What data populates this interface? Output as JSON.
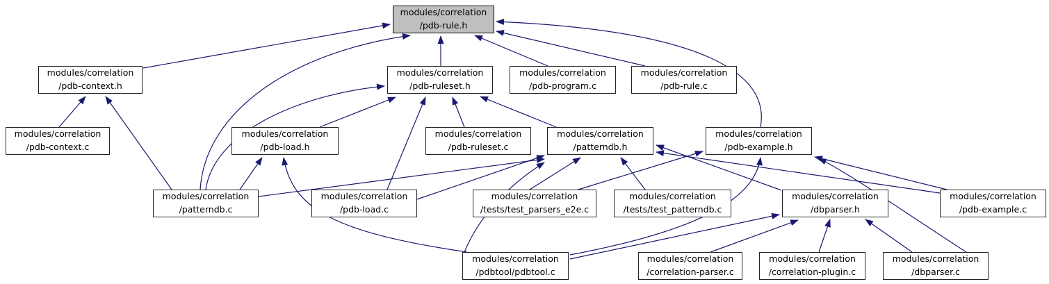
{
  "diagram": {
    "kind": "include-dependency-graph",
    "root_file": "modules/correlation/pdb-rule.h",
    "colors": {
      "edge": "#191970",
      "node_border": "#242424",
      "node_fill": "#ffffff",
      "highlight_fill": "#bfbfbf",
      "text": "#000000",
      "background": "#ffffff"
    },
    "nodes": [
      {
        "id": "pdb-rule-h",
        "label": "modules/correlation\n/pdb-rule.h",
        "highlighted": true
      },
      {
        "id": "pdb-context-h",
        "label": "modules/correlation\n/pdb-context.h",
        "highlighted": false
      },
      {
        "id": "pdb-ruleset-h",
        "label": "modules/correlation\n/pdb-ruleset.h",
        "highlighted": false
      },
      {
        "id": "pdb-program-c",
        "label": "modules/correlation\n/pdb-program.c",
        "highlighted": false
      },
      {
        "id": "pdb-rule-c",
        "label": "modules/correlation\n/pdb-rule.c",
        "highlighted": false
      },
      {
        "id": "pdb-context-c",
        "label": "modules/correlation\n/pdb-context.c",
        "highlighted": false
      },
      {
        "id": "pdb-load-h",
        "label": "modules/correlation\n/pdb-load.h",
        "highlighted": false
      },
      {
        "id": "pdb-ruleset-c",
        "label": "modules/correlation\n/pdb-ruleset.c",
        "highlighted": false
      },
      {
        "id": "patterndb-h",
        "label": "modules/correlation\n/patterndb.h",
        "highlighted": false
      },
      {
        "id": "pdb-example-h",
        "label": "modules/correlation\n/pdb-example.h",
        "highlighted": false
      },
      {
        "id": "patterndb-c",
        "label": "modules/correlation\n/patterndb.c",
        "highlighted": false
      },
      {
        "id": "pdb-load-c",
        "label": "modules/correlation\n/pdb-load.c",
        "highlighted": false
      },
      {
        "id": "test-parsers-e2e-c",
        "label": "modules/correlation\n/tests/test_parsers_e2e.c",
        "highlighted": false
      },
      {
        "id": "test-patterndb-c",
        "label": "modules/correlation\n/tests/test_patterndb.c",
        "highlighted": false
      },
      {
        "id": "dbparser-h",
        "label": "modules/correlation\n/dbparser.h",
        "highlighted": false
      },
      {
        "id": "pdb-example-c",
        "label": "modules/correlation\n/pdb-example.c",
        "highlighted": false
      },
      {
        "id": "pdbtool-c",
        "label": "modules/correlation\n/pdbtool/pdbtool.c",
        "highlighted": false
      },
      {
        "id": "correlation-parser-c",
        "label": "modules/correlation\n/correlation-parser.c",
        "highlighted": false
      },
      {
        "id": "correlation-plugin-c",
        "label": "modules/correlation\n/correlation-plugin.c",
        "highlighted": false
      },
      {
        "id": "dbparser-c",
        "label": "modules/correlation\n/dbparser.c",
        "highlighted": false
      }
    ],
    "edges": [
      {
        "from": "pdb-context-c",
        "to": "pdb-context-h"
      },
      {
        "from": "patterndb-c",
        "to": "pdb-context-h"
      },
      {
        "from": "pdb-context-h",
        "to": "pdb-rule-h"
      },
      {
        "from": "pdb-ruleset-h",
        "to": "pdb-rule-h"
      },
      {
        "from": "pdb-program-c",
        "to": "pdb-rule-h"
      },
      {
        "from": "pdb-rule-c",
        "to": "pdb-rule-h"
      },
      {
        "from": "patterndb-c",
        "to": "pdb-rule-h"
      },
      {
        "from": "pdb-example-h",
        "to": "pdb-rule-h"
      },
      {
        "from": "patterndb-c",
        "to": "pdb-ruleset-h"
      },
      {
        "from": "pdb-load-h",
        "to": "pdb-ruleset-h"
      },
      {
        "from": "pdb-load-c",
        "to": "pdb-ruleset-h"
      },
      {
        "from": "pdb-ruleset-c",
        "to": "pdb-ruleset-h"
      },
      {
        "from": "patterndb-h",
        "to": "pdb-ruleset-h"
      },
      {
        "from": "patterndb-c",
        "to": "pdb-load-h"
      },
      {
        "from": "pdbtool-c",
        "to": "pdb-load-h"
      },
      {
        "from": "patterndb-c",
        "to": "patterndb-h"
      },
      {
        "from": "pdb-load-c",
        "to": "patterndb-h"
      },
      {
        "from": "pdbtool-c",
        "to": "patterndb-h"
      },
      {
        "from": "test-parsers-e2e-c",
        "to": "patterndb-h"
      },
      {
        "from": "test-patterndb-c",
        "to": "patterndb-h"
      },
      {
        "from": "dbparser-h",
        "to": "patterndb-h"
      },
      {
        "from": "pdb-example-c",
        "to": "patterndb-h"
      },
      {
        "from": "test-parsers-e2e-c",
        "to": "pdb-example-h"
      },
      {
        "from": "pdbtool-c",
        "to": "pdb-example-h"
      },
      {
        "from": "dbparser-c",
        "to": "pdb-example-h"
      },
      {
        "from": "pdb-example-c",
        "to": "pdb-example-h"
      },
      {
        "from": "pdbtool-c",
        "to": "dbparser-h"
      },
      {
        "from": "correlation-parser-c",
        "to": "dbparser-h"
      },
      {
        "from": "correlation-plugin-c",
        "to": "dbparser-h"
      },
      {
        "from": "dbparser-c",
        "to": "dbparser-h"
      }
    ]
  }
}
